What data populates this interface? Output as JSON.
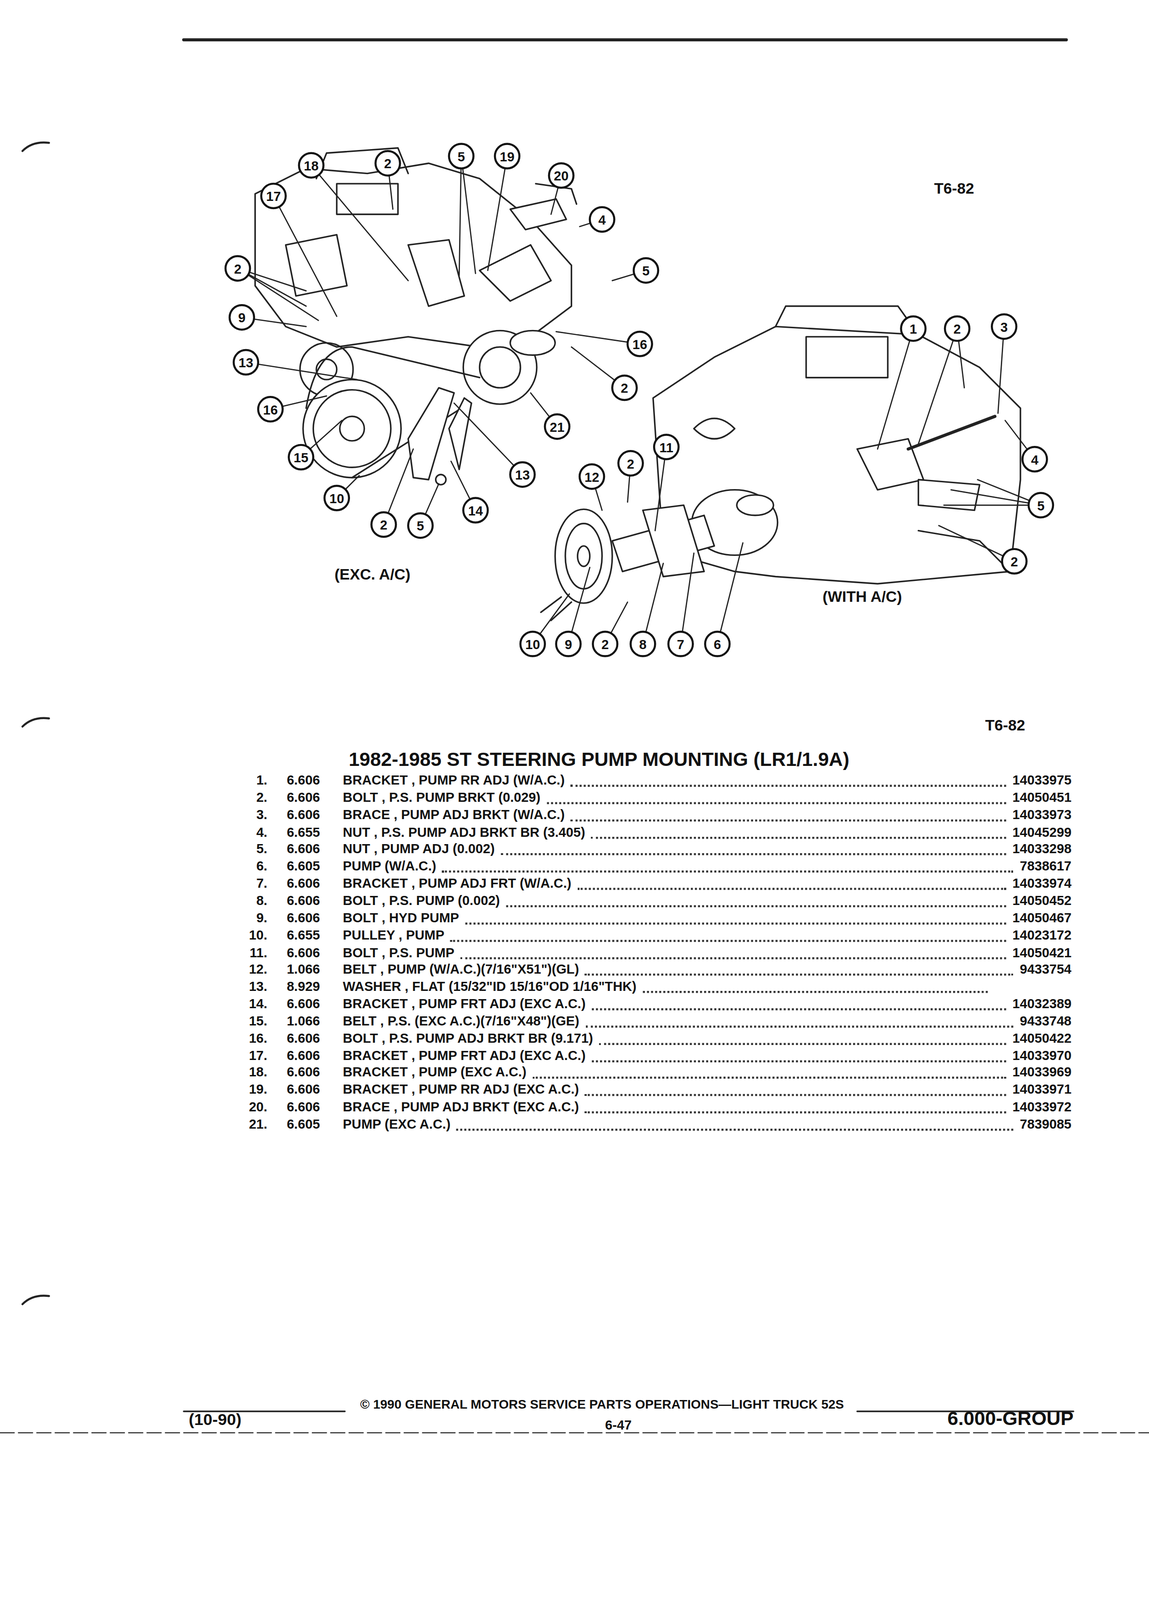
{
  "diagram": {
    "title": "1982-1985 ST STEERING PUMP MOUNTING (LR1/1.9A)",
    "labels": [
      "T6-82",
      "18",
      "2",
      "5",
      "19",
      "20",
      "17",
      "4",
      "2",
      "5",
      "9",
      "16",
      "13",
      "2",
      "16",
      "21",
      "15",
      "13",
      "10",
      "14",
      "2",
      "5",
      "(EXC. A/C)",
      "1",
      "2",
      "3",
      "11",
      "2",
      "12",
      "4",
      "5",
      "2",
      "10",
      "9",
      "2",
      "8",
      "7",
      "6",
      "(WITH A/C)",
      "T6-82",
      "1.",
      "6.606",
      "BRACKET , PUMP RR ADJ (W/A.C.)",
      "14033975",
      "2.",
      "6.606",
      "BOLT , P.S. PUMP BRKT (0.029)",
      "14050451",
      "3.",
      "6.606",
      "BRACE , PUMP ADJ BRKT (W/A.C.)",
      "14033973",
      "4.",
      "6.655",
      "NUT , P.S. PUMP ADJ BRKT BR (3.405)",
      "14045299",
      "5.",
      "6.606",
      "NUT , PUMP ADJ (0.002)",
      "14033298",
      "6.",
      "6.605",
      "PUMP (W/A.C.)",
      "7838617",
      "7.",
      "6.606",
      "BRACKET , PUMP ADJ FRT (W/A.C.)",
      "14033974",
      "8.",
      "6.606",
      "BOLT , P.S. PUMP (0.002)",
      "14050452",
      "9.",
      "6.606",
      "BOLT , HYD PUMP",
      "14050467",
      "10.",
      "6.655",
      "PULLEY , PUMP",
      "14023172",
      "11.",
      "6.606",
      "BOLT , P.S. PUMP",
      "14050421",
      "12.",
      "1.066",
      "BELT , PUMP (W/A.C.)(7/16\"X51\")(GL)",
      "9433754",
      "13.",
      "8.929",
      "WASHER , FLAT (15/32\"ID 15/16\"OD 1/16\"THK)",
      "14.",
      "6.606",
      "BRACKET , PUMP FRT ADJ (EXC A.C.)",
      "14032389",
      "15.",
      "1.066",
      "BELT , P.S. (EXC A.C.)(7/16\"X48\")(GE)",
      "9433748",
      "16.",
      "6.606",
      "BOLT , P.S. PUMP ADJ BRKT BR (9.171)",
      "14050422",
      "17.",
      "6.606",
      "BRACKET , PUMP FRT ADJ (EXC A.C.)",
      "14033970",
      "18.",
      "6.606",
      "BRACKET , PUMP (EXC A.C.)",
      "14033969",
      "19.",
      "6.606",
      "BRACKET , PUMP RR ADJ (EXC A.C.)",
      "14033971",
      "20.",
      "6.606",
      "BRACE , PUMP ADJ BRKT (EXC A.C.)",
      "14033972",
      "21.",
      "6.605",
      "PUMP (EXC A.C.)",
      "7839085",
      "(10-90)",
      "© 1990 GENERAL MOTORS SERVICE PARTS OPERATIONS—LIGHT TRUCK 52S",
      "6-47",
      "6.000-GROUP"
    ]
  }
}
